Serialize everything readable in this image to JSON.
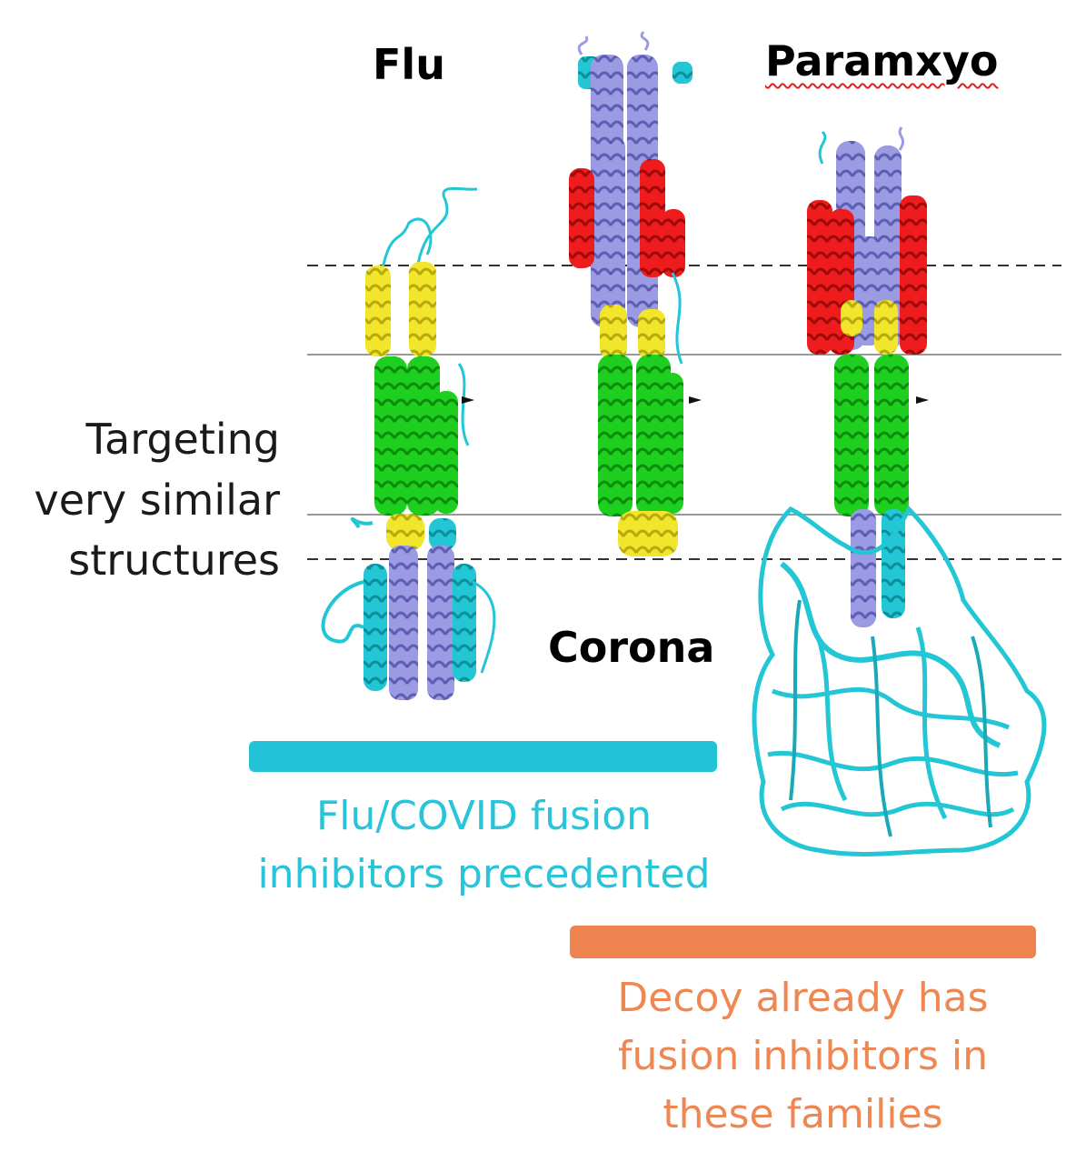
{
  "labels": {
    "flu": "Flu",
    "paramyxo": "Paramxyo",
    "corona": "Corona",
    "targeting": [
      "Targeting",
      "very similar",
      "structures"
    ]
  },
  "captions": {
    "flu_covid": [
      "Flu/COVID fusion",
      "inhibitors precedented"
    ],
    "decoy": [
      "Decoy already has",
      "fusion inhibitors in",
      "these families"
    ]
  },
  "colors": {
    "cyan_caption": "#29c4d8",
    "orange_caption": "#ef8753",
    "cyan_bar": "#22c3d6",
    "orange_bar": "#ee8350",
    "helix_yellow": "#f2e62c",
    "helix_green": "#1fcf1f",
    "helix_slate": "#9b9be3",
    "helix_red": "#ee1c1c",
    "loop_cyan": "#22c6d4"
  }
}
